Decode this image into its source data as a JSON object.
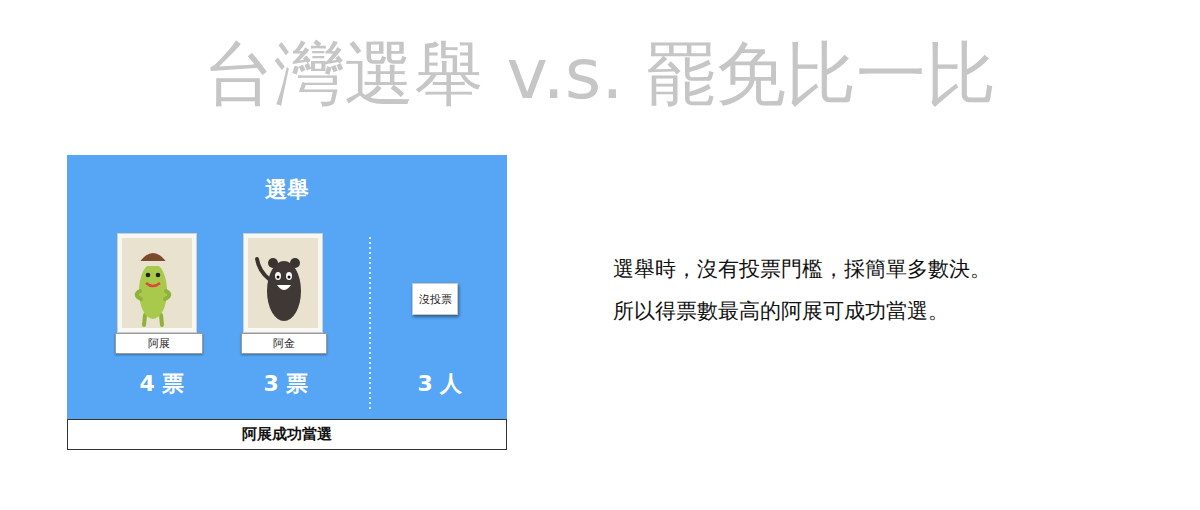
{
  "diagram": {
    "title": "台灣選舉 v.s. 罷免比一比",
    "nodes": [
      {
        "text": [
          "選舉"
        ]
      },
      {
        "text": [
          "阿展"
        ],
        "in": 0
      },
      {
        "text": [
          "阿金"
        ],
        "in": 0
      },
      {
        "text": [
          "沒投票"
        ],
        "in": 0
      },
      {
        "text": [
          "阿展成功當選"
        ]
      }
    ],
    "labels": [
      "4 票",
      "3 票",
      "3 人",
      "選舉時，沒有投票門檻，採簡單多數決。",
      "所以得票數最高的阿展可成功當選。"
    ]
  }
}
